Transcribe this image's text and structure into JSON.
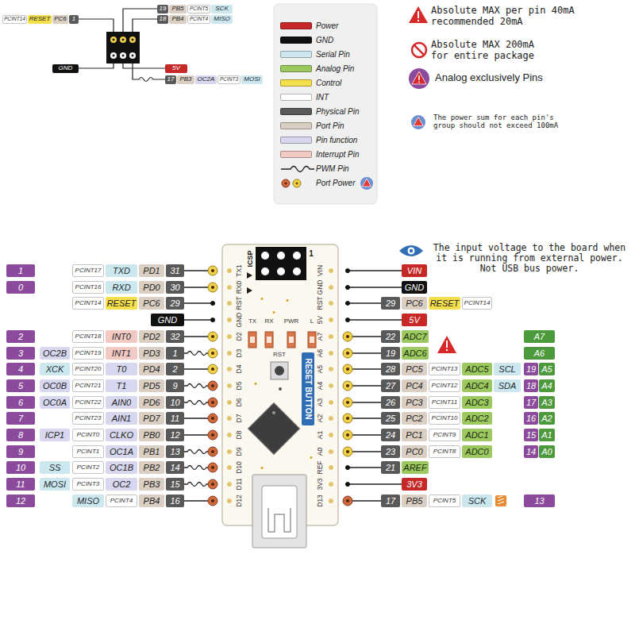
{
  "diagram": {
    "nodes": [
      {
        "text": [
          "19"
        ]
      },
      {
        "text": [
          "PB5"
        ]
      },
      {
        "text": [
          "PCINT5"
        ]
      },
      {
        "text": [
          "SCK"
        ]
      },
      {
        "text": [
          "PCINT14"
        ]
      },
      {
        "text": [
          "RESET"
        ]
      },
      {
        "text": [
          "PC6"
        ]
      },
      {
        "text": [
          "1"
        ]
      },
      {
        "text": [
          "18"
        ]
      },
      {
        "text": [
          "PB4"
        ]
      },
      {
        "text": [
          "PCINT4"
        ]
      },
      {
        "text": [
          "MISO"
        ]
      },
      {
        "text": [
          "GND"
        ]
      },
      {
        "text": [
          "5V"
        ]
      },
      {
        "text": [
          "17"
        ]
      },
      {
        "text": [
          "PB3"
        ]
      },
      {
        "text": [
          "OC2A"
        ]
      },
      {
        "text": [
          "PCINT3"
        ]
      },
      {
        "text": [
          "MOSI"
        ]
      },
      {
        "text": [
          "1"
        ]
      },
      {
        "text": [
          "PCINT17"
        ]
      },
      {
        "text": [
          "TXD"
        ]
      },
      {
        "text": [
          "PD1"
        ]
      },
      {
        "text": [
          "31"
        ]
      },
      {
        "text": [
          "VIN"
        ]
      },
      {
        "text": [
          "0"
        ]
      },
      {
        "text": [
          "PCINT16"
        ]
      },
      {
        "text": [
          "RXD"
        ]
      },
      {
        "text": [
          "PD0"
        ]
      },
      {
        "text": [
          "30"
        ]
      },
      {
        "text": [
          "GND"
        ]
      },
      {
        "text": [
          "PCINT14"
        ]
      },
      {
        "text": [
          "RESET"
        ]
      },
      {
        "text": [
          "PC6"
        ]
      },
      {
        "text": [
          "29"
        ]
      },
      {
        "text": [
          "29"
        ]
      },
      {
        "text": [
          "PC6"
        ]
      },
      {
        "text": [
          "RESET"
        ]
      },
      {
        "text": [
          "PCINT14"
        ]
      },
      {
        "text": [
          "GND"
        ]
      },
      {
        "text": [
          "5V"
        ]
      },
      {
        "text": [
          "2"
        ]
      },
      {
        "text": [
          "PCINT18"
        ]
      },
      {
        "text": [
          "INT0"
        ]
      },
      {
        "text": [
          "PD2"
        ]
      },
      {
        "text": [
          "32"
        ]
      },
      {
        "text": [
          "22"
        ]
      },
      {
        "text": [
          "ADC7"
        ]
      },
      {
        "text": [
          "A7"
        ]
      },
      {
        "text": [
          "3"
        ]
      },
      {
        "text": [
          "OC2B"
        ]
      },
      {
        "text": [
          "PCINT19"
        ]
      },
      {
        "text": [
          "INT1"
        ]
      },
      {
        "text": [
          "PD3"
        ]
      },
      {
        "text": [
          "1"
        ]
      },
      {
        "text": [
          "19"
        ]
      },
      {
        "text": [
          "ADC6"
        ]
      },
      {
        "text": [
          "A6"
        ]
      },
      {
        "text": [
          "4"
        ]
      },
      {
        "text": [
          "XCK"
        ]
      },
      {
        "text": [
          "PCINT20"
        ]
      },
      {
        "text": [
          "T0"
        ]
      },
      {
        "text": [
          "PD4"
        ]
      },
      {
        "text": [
          "2"
        ]
      },
      {
        "text": [
          "28"
        ]
      },
      {
        "text": [
          "PC5"
        ]
      },
      {
        "text": [
          "PCINT13"
        ]
      },
      {
        "text": [
          "ADC5"
        ]
      },
      {
        "text": [
          "SCL"
        ]
      },
      {
        "text": [
          "19"
        ]
      },
      {
        "text": [
          "A5"
        ]
      },
      {
        "text": [
          "5"
        ]
      },
      {
        "text": [
          "OC0B"
        ]
      },
      {
        "text": [
          "PCINT21"
        ]
      },
      {
        "text": [
          "T1"
        ]
      },
      {
        "text": [
          "PD5"
        ]
      },
      {
        "text": [
          "9"
        ]
      },
      {
        "text": [
          "27"
        ]
      },
      {
        "text": [
          "PC4"
        ]
      },
      {
        "text": [
          "PCINT12"
        ]
      },
      {
        "text": [
          "ADC4"
        ]
      },
      {
        "text": [
          "SDA"
        ]
      },
      {
        "text": [
          "18"
        ]
      },
      {
        "text": [
          "A4"
        ]
      },
      {
        "text": [
          "6"
        ]
      },
      {
        "text": [
          "OC0A"
        ]
      },
      {
        "text": [
          "PCINT22"
        ]
      },
      {
        "text": [
          "AIN0"
        ]
      },
      {
        "text": [
          "PD6"
        ]
      },
      {
        "text": [
          "10"
        ]
      },
      {
        "text": [
          "26"
        ]
      },
      {
        "text": [
          "PC3"
        ]
      },
      {
        "text": [
          "PCINT11"
        ]
      },
      {
        "text": [
          "ADC3"
        ]
      },
      {
        "text": [
          "17"
        ]
      },
      {
        "text": [
          "A3"
        ]
      },
      {
        "text": [
          "7"
        ]
      },
      {
        "text": [
          "PCINT23"
        ]
      },
      {
        "text": [
          "AIN1"
        ]
      },
      {
        "text": [
          "PD7"
        ]
      },
      {
        "text": [
          "11"
        ]
      },
      {
        "text": [
          "25"
        ]
      },
      {
        "text": [
          "PC2"
        ]
      },
      {
        "text": [
          "PCINT10"
        ]
      },
      {
        "text": [
          "ADC2"
        ]
      },
      {
        "text": [
          "16"
        ]
      },
      {
        "text": [
          "A2"
        ]
      },
      {
        "text": [
          "8"
        ]
      },
      {
        "text": [
          "ICP1"
        ]
      },
      {
        "text": [
          "PCINT0"
        ]
      },
      {
        "text": [
          "CLKO"
        ]
      },
      {
        "text": [
          "PB0"
        ]
      },
      {
        "text": [
          "12"
        ]
      },
      {
        "text": [
          "24"
        ]
      },
      {
        "text": [
          "PC1"
        ]
      },
      {
        "text": [
          "PCINT9"
        ]
      },
      {
        "text": [
          "ADC1"
        ]
      },
      {
        "text": [
          "15"
        ]
      },
      {
        "text": [
          "A1"
        ]
      },
      {
        "text": [
          "9"
        ]
      },
      {
        "text": [
          "PCINT1"
        ]
      },
      {
        "text": [
          "OC1A"
        ]
      },
      {
        "text": [
          "PB1"
        ]
      },
      {
        "text": [
          "13"
        ]
      },
      {
        "text": [
          "23"
        ]
      },
      {
        "text": [
          "PC0"
        ]
      },
      {
        "text": [
          "PCINT8"
        ]
      },
      {
        "text": [
          "ADC0"
        ]
      },
      {
        "text": [
          "14"
        ]
      },
      {
        "text": [
          "A0"
        ]
      },
      {
        "text": [
          "10"
        ]
      },
      {
        "text": [
          "SS"
        ]
      },
      {
        "text": [
          "PCINT2"
        ]
      },
      {
        "text": [
          "OC1B"
        ]
      },
      {
        "text": [
          "PB2"
        ]
      },
      {
        "text": [
          "14"
        ]
      },
      {
        "text": [
          "21"
        ]
      },
      {
        "text": [
          "AREF"
        ]
      },
      {
        "text": [
          "11"
        ]
      },
      {
        "text": [
          "MOSI"
        ]
      },
      {
        "text": [
          "PCINT3"
        ]
      },
      {
        "text": [
          "OC2"
        ]
      },
      {
        "text": [
          "PB3"
        ]
      },
      {
        "text": [
          "15"
        ]
      },
      {
        "text": [
          "3V3"
        ]
      },
      {
        "text": [
          "12"
        ]
      },
      {
        "text": [
          "MISO"
        ]
      },
      {
        "text": [
          "PCINT4"
        ]
      },
      {
        "text": [
          "PB4"
        ]
      },
      {
        "text": [
          "16"
        ]
      },
      {
        "text": [
          "17"
        ]
      },
      {
        "text": [
          "PB5"
        ]
      },
      {
        "text": [
          "PCINT5"
        ]
      },
      {
        "text": [
          "SCK"
        ]
      },
      {
        "text": [
          "13"
        ]
      },
      {
        "text": [
          "RESET BUTTON"
        ]
      }
    ],
    "labels": [
      "Absolute MAX per pin 40mA recommended 20mA",
      "Absolute MAX 200mA for entire package",
      "Analog exclusively Pins",
      "The power sum for each pin's group should not exceed 100mA",
      "The input voltage to the board when it is running from external power. Not USB bus power.",
      "ICSP",
      "1",
      "TX1",
      "RX0",
      "RST",
      "GND",
      "D2",
      "D3",
      "D4",
      "D5",
      "D6",
      "D7",
      "D8",
      "D9",
      "D10",
      "D11",
      "D12",
      "VIN",
      "GND",
      "RST",
      "5V",
      "A7",
      "A6",
      "A5",
      "A4",
      "A3",
      "A2",
      "A1",
      "A0",
      "REF",
      "3V3",
      "D13",
      "TX",
      "RX",
      "PWR",
      "L",
      "RST"
    ],
    "legend": [
      {
        "text": "Power",
        "color": "#c62828"
      },
      {
        "text": "GND",
        "color": "#111111"
      },
      {
        "text": "Serial Pin",
        "color": "#cde7ef"
      },
      {
        "text": "Analog Pin",
        "color": "#9cc95f"
      },
      {
        "text": "Control",
        "color": "#f5df4d"
      },
      {
        "text": "INT",
        "color": "#ffffff"
      },
      {
        "text": "Physical Pin",
        "color": "#595959"
      },
      {
        "text": "Port Pin",
        "color": "#dacfc2"
      },
      {
        "text": "Pin function",
        "color": "#d7d7ef"
      },
      {
        "text": "Interrupt Pin",
        "color": "#f2c9c3"
      },
      {
        "text": "PWM Pin"
      },
      {
        "text": "Port Power"
      }
    ]
  }
}
